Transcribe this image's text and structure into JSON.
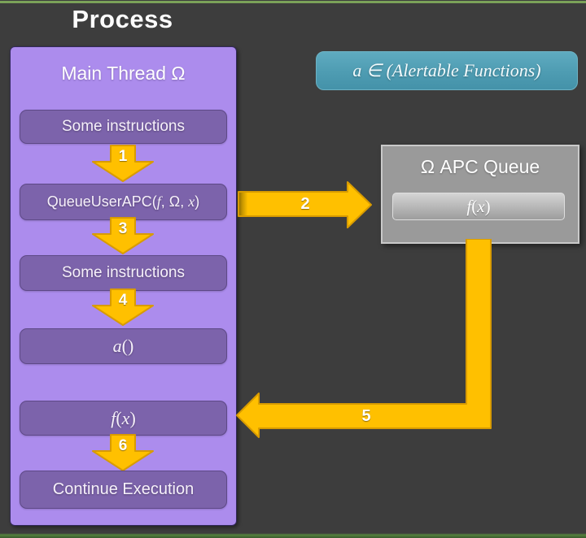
{
  "title": "Process",
  "colors": {
    "background": "#3d3d3d",
    "panel": "#ac8ced",
    "node": "#7c63ab",
    "arrow": "#ffc000",
    "arrow_border": "#d89b00",
    "badge": "#4e9cb2",
    "queue": "#9a9a9a",
    "accent_green": "#7ba259",
    "accent_green_dark": "#54823e"
  },
  "main_thread": {
    "heading": "Main Thread Ω",
    "boxes": {
      "instructions1": "Some instructions",
      "queue_user_apc": {
        "pre": "QueueUserAPC(",
        "arg_f": "f",
        "mid": ", Ω, ",
        "arg_x": "x",
        "post": ")"
      },
      "instructions2": "Some instructions",
      "a_call": {
        "name": "a",
        "parens": "()"
      },
      "f_call": {
        "name": "f",
        "open": "(",
        "arg": "x",
        "close": ")"
      },
      "continue_execution": "Continue Execution"
    }
  },
  "badge": {
    "text": "a ∈ (Alertable Functions)"
  },
  "apc_queue": {
    "heading": "Ω APC Queue",
    "entry": {
      "name": "f",
      "open": "(",
      "arg": "x",
      "close": ")"
    }
  },
  "arrows": {
    "a1": "1",
    "a2": "2",
    "a3": "3",
    "a4": "4",
    "a5": "5",
    "a6": "6"
  }
}
